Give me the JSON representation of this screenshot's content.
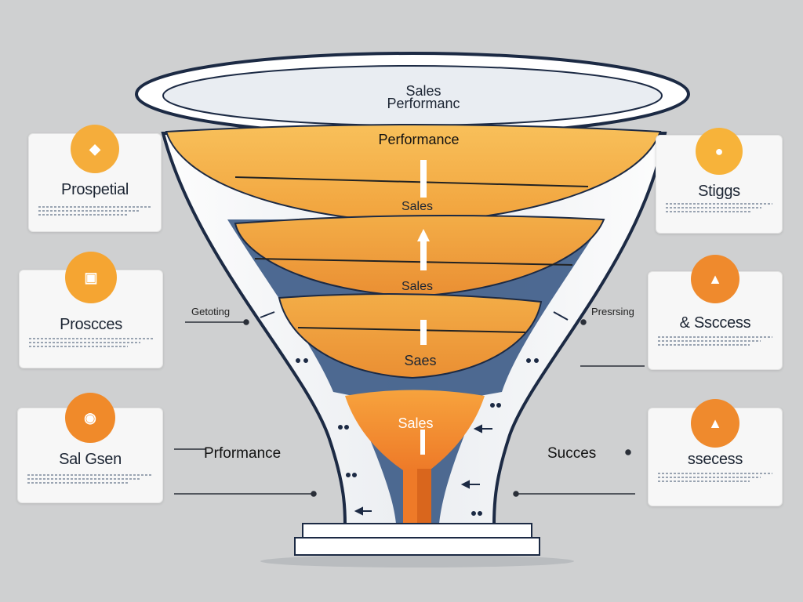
{
  "funnel": {
    "rim_title_line1": "Sales",
    "rim_title_line2": "Performanc",
    "top_label": "Performance",
    "layers": [
      {
        "label": "Sales"
      },
      {
        "label": "Sales"
      },
      {
        "label": "Saes"
      },
      {
        "label": "Sales"
      }
    ]
  },
  "left_cards": [
    {
      "title": "Prospetial",
      "icon": "badge-icon",
      "color": "#f5ad3b"
    },
    {
      "title": "Proscces",
      "icon": "document-icon",
      "color": "#f5a532"
    },
    {
      "title": "Sal Gsen",
      "icon": "badge-icon",
      "color": "#f08a2a"
    }
  ],
  "right_cards": [
    {
      "title": "Stiggs",
      "icon": "badge-icon",
      "color": "#f7b33a"
    },
    {
      "title": "& Ssccess",
      "icon": "trophy-icon",
      "color": "#ef8a2d"
    },
    {
      "title": "ssecess",
      "icon": "trophy-icon",
      "color": "#ef8a2d"
    }
  ],
  "callouts": {
    "left_small": "Getoting",
    "right_small": "Presrsing",
    "left_big": "Prformance",
    "right_big": "Succes"
  },
  "colors": {
    "funnel_outline": "#1c2a44",
    "funnel_blue": "#3b5a86",
    "layer_orange_light": "#f6b449",
    "layer_orange": "#f09a3a",
    "spout": "#ee7d2a",
    "background": "#cfd0d1"
  }
}
